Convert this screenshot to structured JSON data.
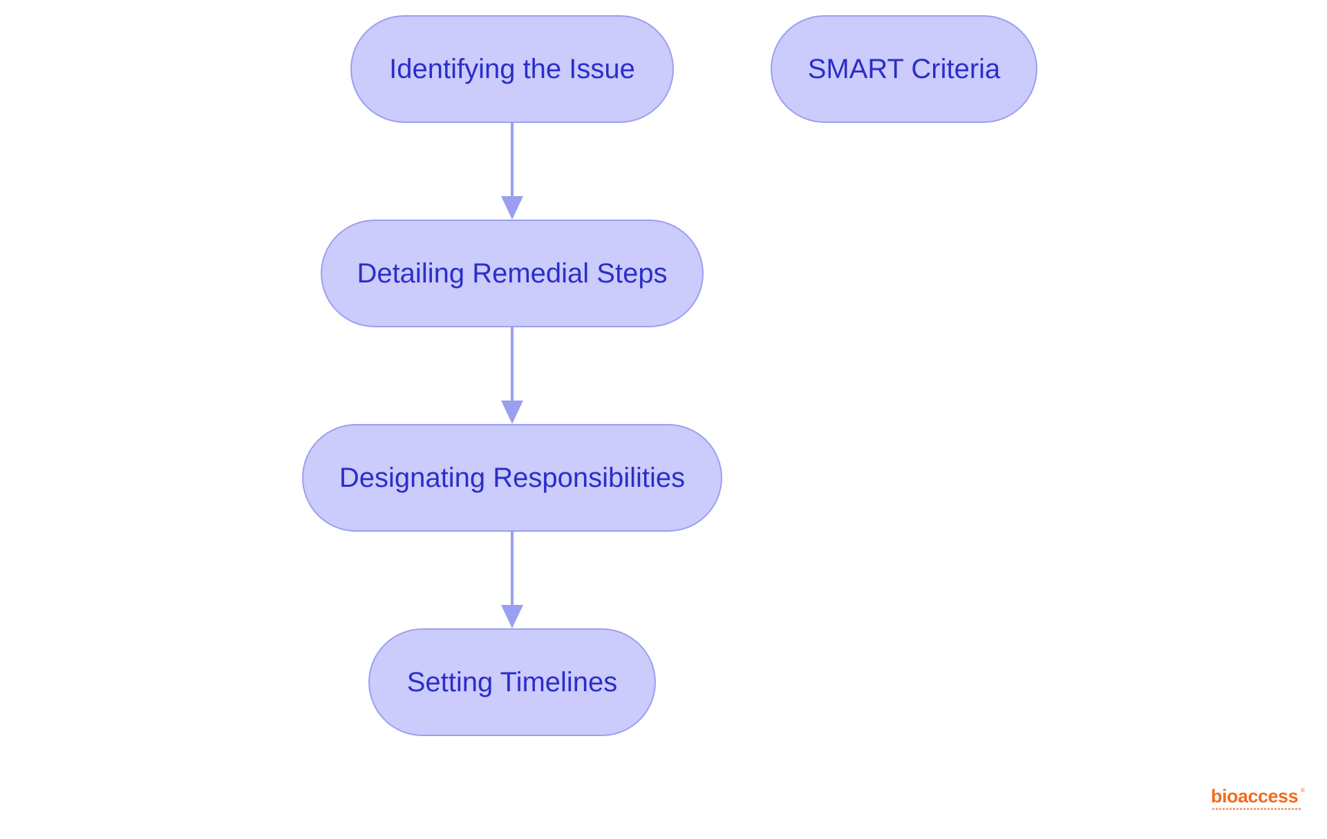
{
  "diagram": {
    "nodes": [
      {
        "id": "n1",
        "label": "Identifying the Issue"
      },
      {
        "id": "n2",
        "label": "Detailing Remedial Steps"
      },
      {
        "id": "n3",
        "label": "Designating Responsibilities"
      },
      {
        "id": "n4",
        "label": "Setting Timelines"
      },
      {
        "id": "n5",
        "label": "SMART Criteria"
      }
    ],
    "edges": [
      {
        "from": "n1",
        "to": "n2"
      },
      {
        "from": "n2",
        "to": "n3"
      },
      {
        "from": "n3",
        "to": "n4"
      }
    ],
    "colors": {
      "node_fill": "#cbcbfc",
      "node_border": "#9a9ff0",
      "text": "#2b2ec8",
      "edge": "#9a9ff0"
    }
  },
  "logo": {
    "text": "bioaccess",
    "mark": "®",
    "color": "#f26b1d"
  }
}
